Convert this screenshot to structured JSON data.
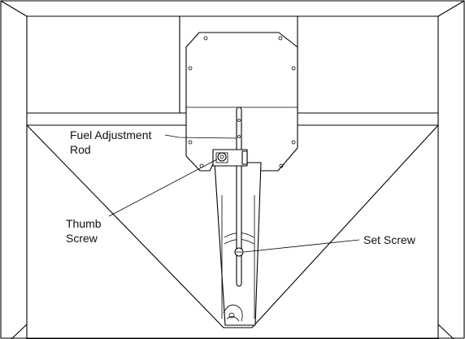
{
  "labels": {
    "fuel_adjustment_rod_line1": "Fuel Adjustment",
    "fuel_adjustment_rod_line2": "Rod",
    "thumb_screw_line1": "Thumb",
    "thumb_screw_line2": "Screw",
    "set_screw": "Set Screw"
  }
}
